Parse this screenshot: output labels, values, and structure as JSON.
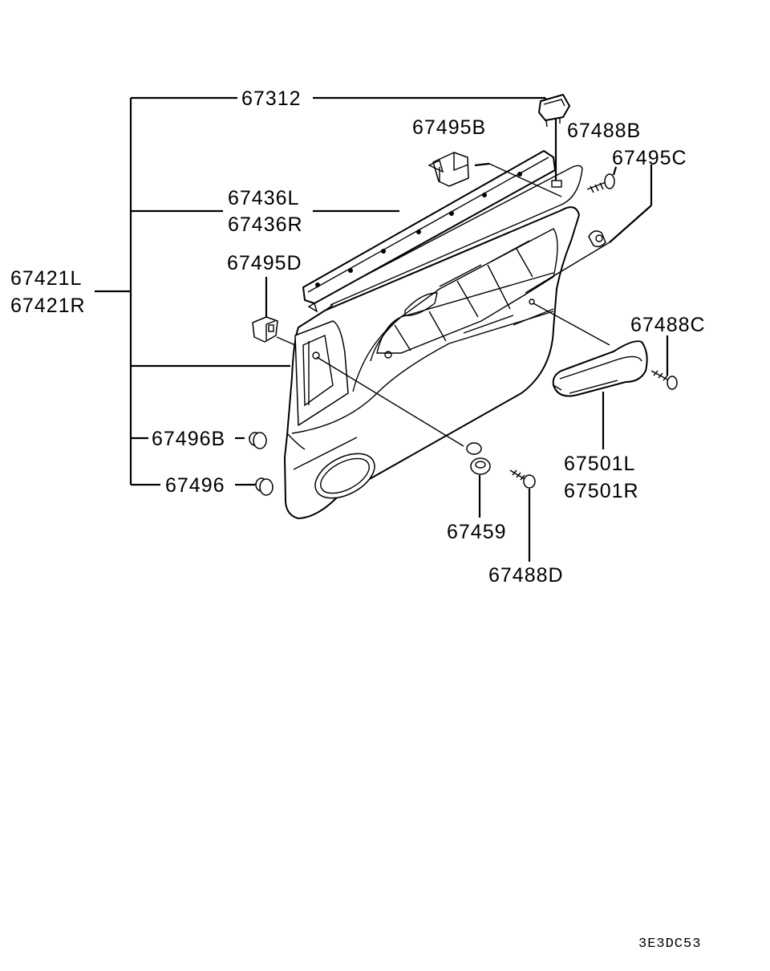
{
  "labels": {
    "p67312": "67312",
    "p67495B": "67495B",
    "p67488B": "67488B",
    "p67495C": "67495C",
    "p67436L": "67436L",
    "p67436R": "67436R",
    "p67421L": "67421L",
    "p67421R": "67421R",
    "p67495D": "67495D",
    "p67488C": "67488C",
    "p67496B": "67496B",
    "p67496": "67496",
    "p67501L": "67501L",
    "p67501R": "67501R",
    "p67459": "67459",
    "p67488D": "67488D"
  },
  "drawing_code": "3E3DC53"
}
